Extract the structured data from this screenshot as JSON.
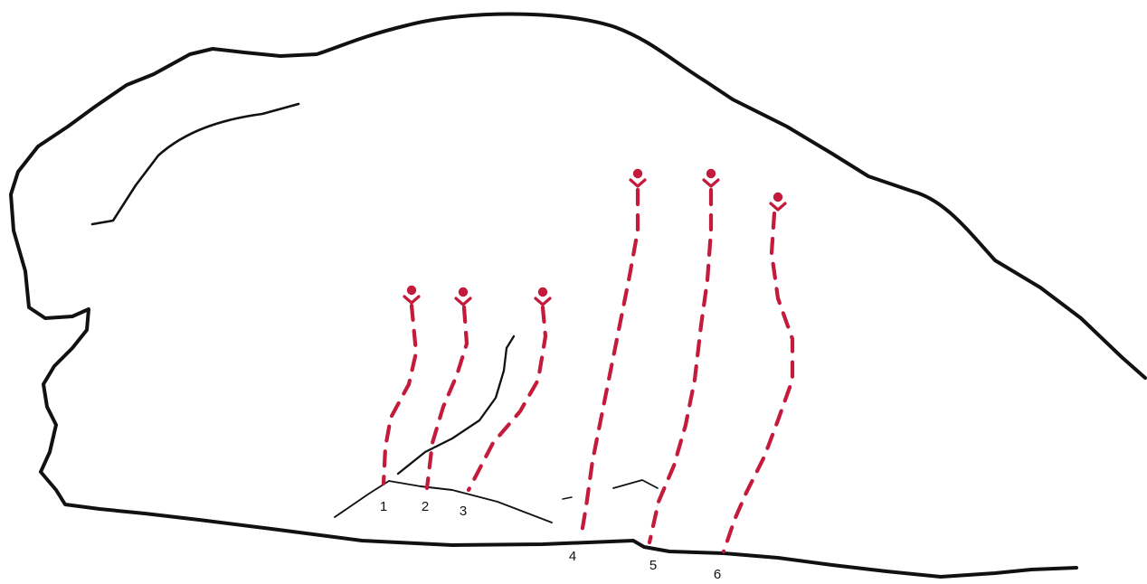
{
  "colors": {
    "outline": "#111111",
    "route": "#c41a3c",
    "background": "#ffffff"
  },
  "routes": [
    {
      "number": "1",
      "anchor_icon": "belay-anchor-icon"
    },
    {
      "number": "2",
      "anchor_icon": "belay-anchor-icon"
    },
    {
      "number": "3",
      "anchor_icon": "belay-anchor-icon"
    },
    {
      "number": "4",
      "anchor_icon": "belay-anchor-icon"
    },
    {
      "number": "5",
      "anchor_icon": "belay-anchor-icon"
    },
    {
      "number": "6",
      "anchor_icon": "belay-anchor-icon"
    }
  ]
}
